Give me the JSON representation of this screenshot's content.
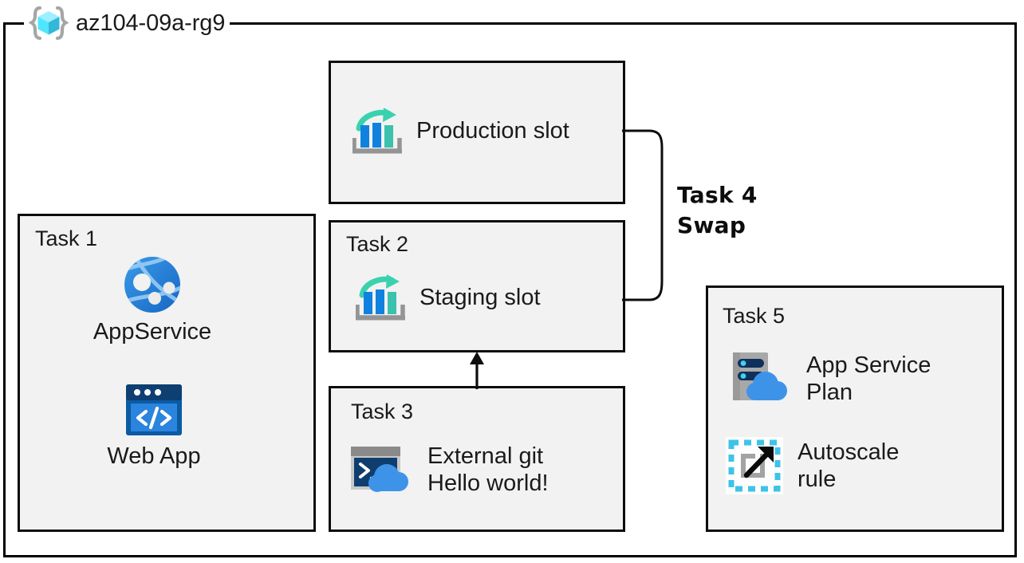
{
  "resource_group": {
    "name": "az104-09a-rg9",
    "icon": "resource-group-cube-icon"
  },
  "boxes": {
    "production_slot": {
      "label": "Production slot",
      "icon": "deployment-slot-icon"
    },
    "task1": {
      "label": "Task 1",
      "items": [
        {
          "label": "AppService",
          "icon": "app-service-globe-icon"
        },
        {
          "label": "Web App",
          "icon": "web-app-browser-icon"
        }
      ]
    },
    "task2": {
      "label": "Task 2",
      "item": {
        "label": "Staging slot",
        "icon": "deployment-slot-icon"
      }
    },
    "task3": {
      "label": "Task 3",
      "item": {
        "label": "External git\nHello world!",
        "icon": "cloud-shell-icon"
      }
    },
    "task5": {
      "label": "Task 5",
      "items": [
        {
          "label": "App Service\nPlan",
          "icon": "app-service-plan-icon"
        },
        {
          "label": "Autoscale\nrule",
          "icon": "autoscale-rule-icon"
        }
      ]
    }
  },
  "connectors": {
    "swap": {
      "label": "Task 4\nSwap",
      "icon": "swap-bracket-connector",
      "from": "Production slot",
      "to": "Staging slot"
    },
    "deploy_arrow": {
      "icon": "up-arrow-connector",
      "from": "Task 3",
      "to": "Task 2"
    }
  },
  "colors": {
    "box_fill": "#f2f2f2",
    "box_border": "#0d0d0d",
    "azure_blue": "#0078d4",
    "azure_teal": "#32c8a0",
    "cube_cyan": "#50e6ff",
    "server_gray": "#a3a3a3",
    "navy": "#0f3e6e",
    "text": "#1a1a1a"
  }
}
